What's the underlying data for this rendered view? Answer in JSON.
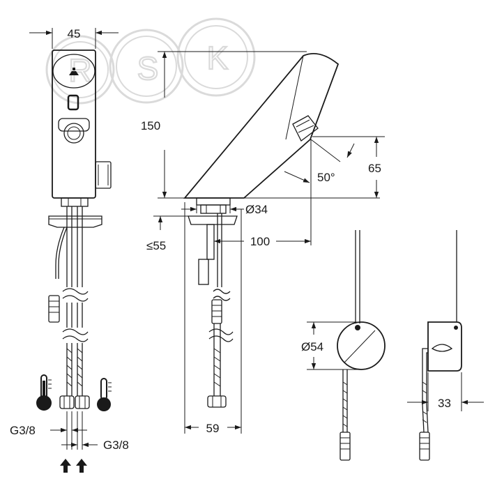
{
  "watermark": {
    "letters": [
      "R",
      "S",
      "K"
    ]
  },
  "dimensions": {
    "top_width": "45",
    "height": "150",
    "outlet_height": "65",
    "angle": "50°",
    "base_diameter": "Ø34",
    "max_thickness": "≤55",
    "reach": "100",
    "base_depth": "59",
    "box_diameter": "Ø54",
    "box_depth": "33",
    "thread_left": "G3/8",
    "thread_right": "G3/8"
  },
  "colors": {
    "line": "#1a1a1a",
    "watermark": "#d9d9d9",
    "background": "#ffffff"
  }
}
